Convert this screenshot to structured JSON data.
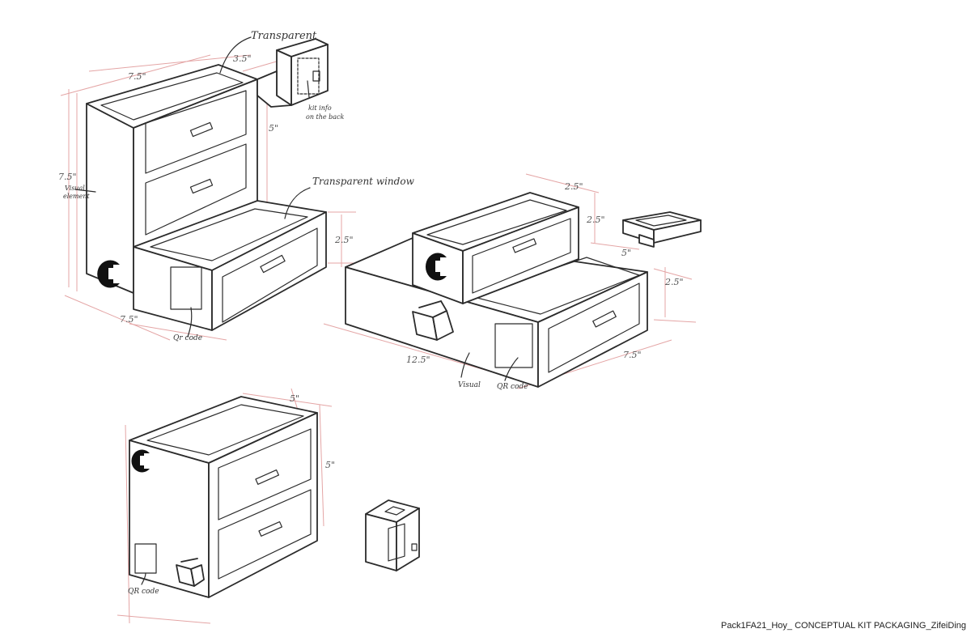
{
  "sketch_a": {
    "label_transparent": "Transparent",
    "label_transparent_window": "Transparent window",
    "label_qr": "Qr code",
    "label_kit_info": "kit info",
    "label_kit_info_2": "on the back",
    "label_visual": "Visual",
    "label_visual_2": "element",
    "dim_top_depth": "3.5\"",
    "dim_top_width": "7.5\"",
    "dim_height": "7.5\"",
    "dim_side_height": "5\"",
    "dim_tray_height": "2.5\"",
    "dim_bottom_width": "7.5\""
  },
  "sketch_b": {
    "label_visual": "Visual",
    "label_qr": "QR code",
    "dim_top_depth": "2.5\"",
    "dim_top_height": "2.5\"",
    "dim_step": "5\"",
    "dim_base_height": "2.5\"",
    "dim_length": "12.5\"",
    "dim_depth": "7.5\""
  },
  "sketch_c": {
    "label_qr": "QR code",
    "dim_top": "5\"",
    "dim_height": "5\""
  },
  "caption": "Pack1FA21_Hoy_ CONCEPTUAL KIT PACKAGING_ZifeiDing"
}
